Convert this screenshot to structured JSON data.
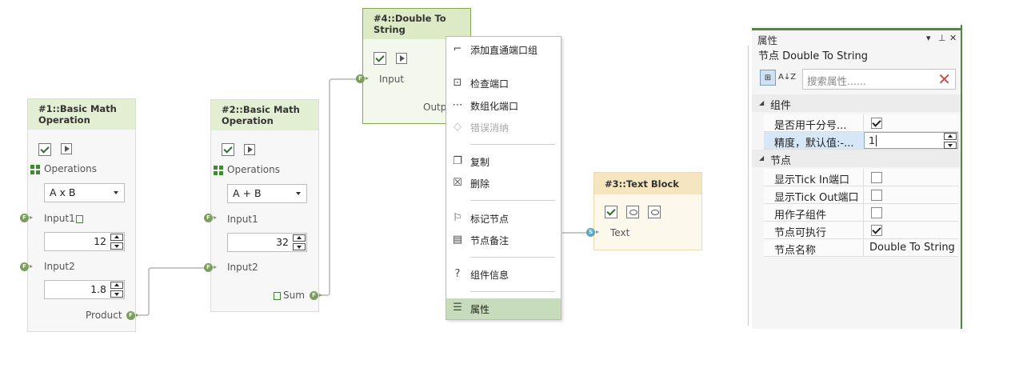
{
  "colors": {
    "node_header_green": "#e2efd2",
    "text_header": "#f6e6c0",
    "accent_green": "#4c8a3a",
    "port": "#7a9e5b",
    "port_text": "#5aa6c8",
    "menu_selected": "#c7dcbb"
  },
  "node1": {
    "title": "#1::Basic Math Operation",
    "enabled": true,
    "operations_label": "Operations",
    "operation": "A x B",
    "input1_label": "Input1",
    "input1_value": "12",
    "input2_label": "Input2",
    "input2_value": "1.8",
    "output_label": "Product",
    "port_glyph": "F"
  },
  "node2": {
    "title": "#2::Basic Math Operation",
    "enabled": true,
    "operations_label": "Operations",
    "operation": "A + B",
    "input1_label": "Input1",
    "input1_value": "32",
    "input2_label": "Input2",
    "output_label": "Sum",
    "port_glyph": "F"
  },
  "node4": {
    "title": "#4::Double To String",
    "enabled": true,
    "input_label": "Input",
    "output_label": "Outp",
    "port_glyph": "F"
  },
  "node3": {
    "title": "#3::Text Block",
    "enabled": true,
    "text_label": "Text",
    "port_glyph": "S"
  },
  "context_menu": {
    "items": [
      {
        "label": "添加直通端口组",
        "icon": "passthrough-port-icon",
        "disabled": false
      },
      {
        "label": "检查端口",
        "icon": "check-port-icon",
        "disabled": false
      },
      {
        "label": "数组化端口",
        "icon": "array-port-icon",
        "disabled": false
      },
      {
        "label": "错误消纳",
        "icon": "eraser-icon",
        "disabled": true
      },
      {
        "label": "复制",
        "icon": "copy-icon",
        "disabled": false
      },
      {
        "label": "删除",
        "icon": "delete-icon",
        "disabled": false
      },
      {
        "label": "标记节点",
        "icon": "flag-icon",
        "disabled": false
      },
      {
        "label": "节点备注",
        "icon": "note-icon",
        "disabled": false
      },
      {
        "label": "组件信息",
        "icon": "help-icon",
        "disabled": false
      },
      {
        "label": "属性",
        "icon": "properties-icon",
        "disabled": false,
        "selected": true
      }
    ]
  },
  "properties": {
    "title": "属性",
    "controls": {
      "dropdown": "▾",
      "pin": "⊥",
      "close": "✕"
    },
    "header": "节点 Double To String",
    "search_placeholder": "搜索属性......",
    "sort_az": "A↓Z",
    "category_label": "⊞",
    "categories": [
      {
        "name": "组件",
        "rows": [
          {
            "name": "是否用千分号...",
            "type": "checkbox",
            "checked": true
          },
          {
            "name": "精度，默认值:-...",
            "type": "spinner",
            "value": "1",
            "selected": true
          }
        ]
      },
      {
        "name": "节点",
        "rows": [
          {
            "name": "显示Tick In端口",
            "type": "checkbox",
            "checked": false
          },
          {
            "name": "显示Tick Out端口",
            "type": "checkbox",
            "checked": false
          },
          {
            "name": "用作子组件",
            "type": "checkbox",
            "checked": false
          },
          {
            "name": "节点可执行",
            "type": "checkbox",
            "checked": true
          },
          {
            "name": "节点名称",
            "type": "text",
            "value": "Double To String"
          }
        ]
      }
    ]
  }
}
